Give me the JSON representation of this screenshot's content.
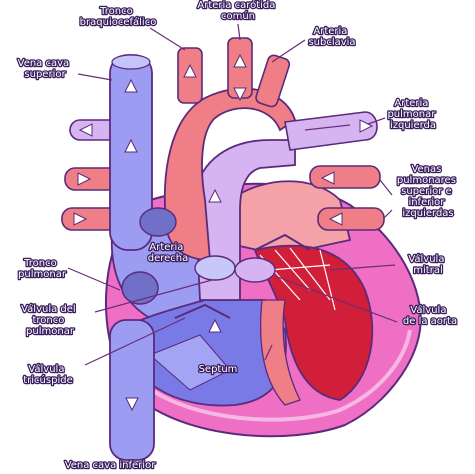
{
  "diagram": {
    "labels": {
      "tronco_braquiocefalico": [
        "Tronco",
        "braquiocefálico"
      ],
      "arteria_carotida": [
        "Arteria carótida",
        "común"
      ],
      "arteria_subclavia": [
        "Arteria",
        "subclavia"
      ],
      "vena_cava_superior": [
        "Vena cava",
        "superior"
      ],
      "arteria_pulmonar_izquierda": [
        "Arteria",
        "pulmonar",
        "izquierda"
      ],
      "venas_pulmonares": [
        "Venas",
        "pulmonares",
        "superior e",
        "inferior",
        "izquierdas"
      ],
      "arteria_derecha": [
        "Arteria",
        "derecha"
      ],
      "tronco_pulmonar": [
        "Tronco",
        "pulmonar"
      ],
      "valvula_mitral": [
        "Válvula",
        "mitral"
      ],
      "valvula_tronco_pulmonar": [
        "Válvula del",
        "tronco",
        "pulmonar"
      ],
      "valvula_aorta": [
        "Válvula",
        "de la aorta"
      ],
      "valvula_tricuspide": [
        "Válvula",
        "tricúspide"
      ],
      "septum": [
        "Septum"
      ],
      "vena_cava_inferior": [
        "Vena cava inferior"
      ]
    },
    "colors": {
      "deoxygenated": "#9c9cf2",
      "oxygenated": "#f07e86",
      "left_ventricle": "#d11f3a",
      "pulmonary": "#d6b4f2",
      "outer_wall": "#ee6fc4",
      "outline": "#5b2a7c"
    }
  }
}
